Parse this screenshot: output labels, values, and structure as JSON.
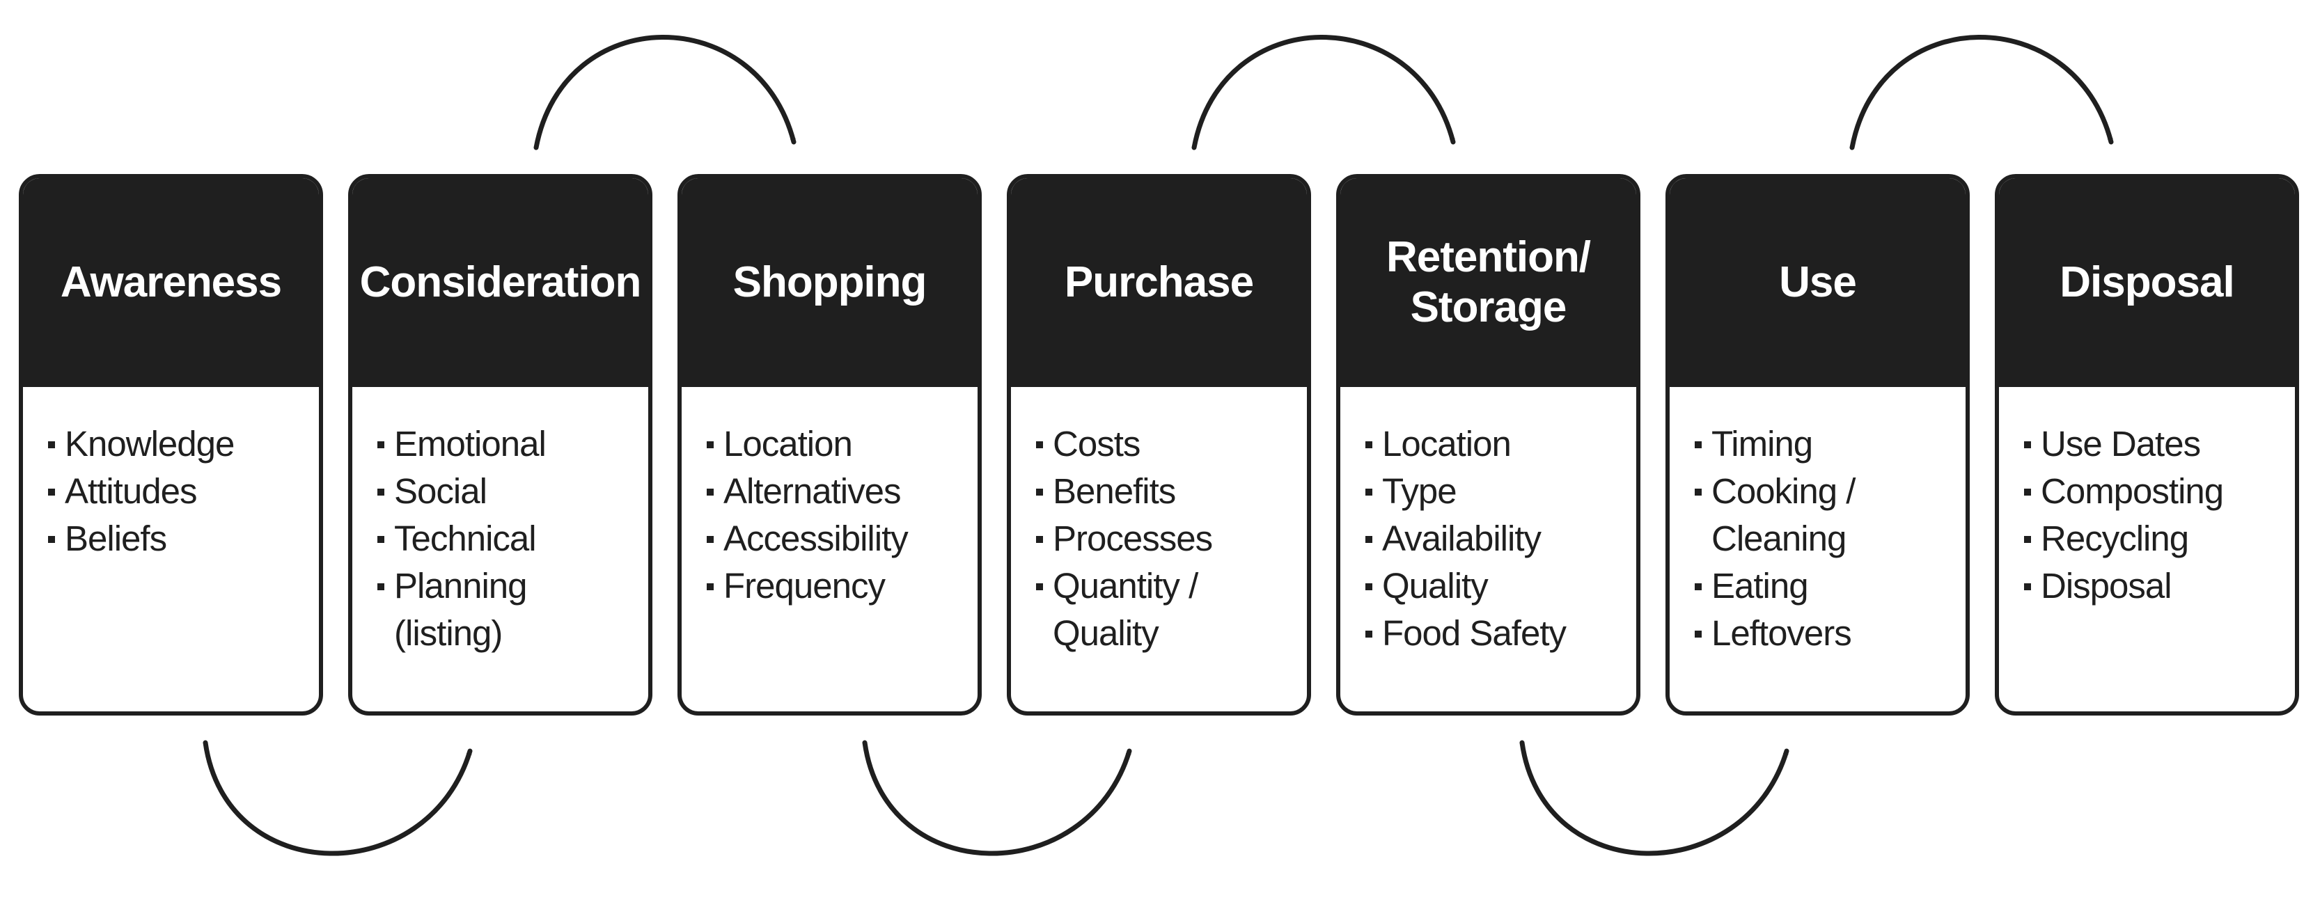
{
  "stages": [
    {
      "title": "Awareness",
      "items": [
        "Knowledge",
        "Attitudes",
        "Beliefs"
      ]
    },
    {
      "title": "Consideration",
      "items": [
        "Emotional",
        "Social",
        "Technical",
        "Planning\n(listing)"
      ]
    },
    {
      "title": "Shopping",
      "items": [
        "Location",
        "Alternatives",
        "Accessibility",
        "Frequency"
      ]
    },
    {
      "title": "Purchase",
      "items": [
        "Costs",
        "Benefits",
        "Processes",
        "Quantity /\nQuality"
      ]
    },
    {
      "title": "Retention/\nStorage",
      "items": [
        "Location",
        "Type",
        "Availability",
        "Quality",
        "Food Safety"
      ]
    },
    {
      "title": "Use",
      "items": [
        "Timing",
        "Cooking /\nCleaning",
        "Eating",
        "Leftovers"
      ]
    },
    {
      "title": "Disposal",
      "items": [
        "Use Dates",
        "Composting",
        "Recycling",
        "Disposal"
      ]
    }
  ],
  "colors": {
    "header_fill": "#1f1f1f",
    "header_text": "#ffffff",
    "body_fill": "#ffffff",
    "body_text": "#1f1f1f",
    "border": "#1f1f1f",
    "arrow": "#1f1f1f"
  },
  "icons": {
    "bullet": "square-bullet-icon",
    "connector": "curved-arrow-icon"
  }
}
